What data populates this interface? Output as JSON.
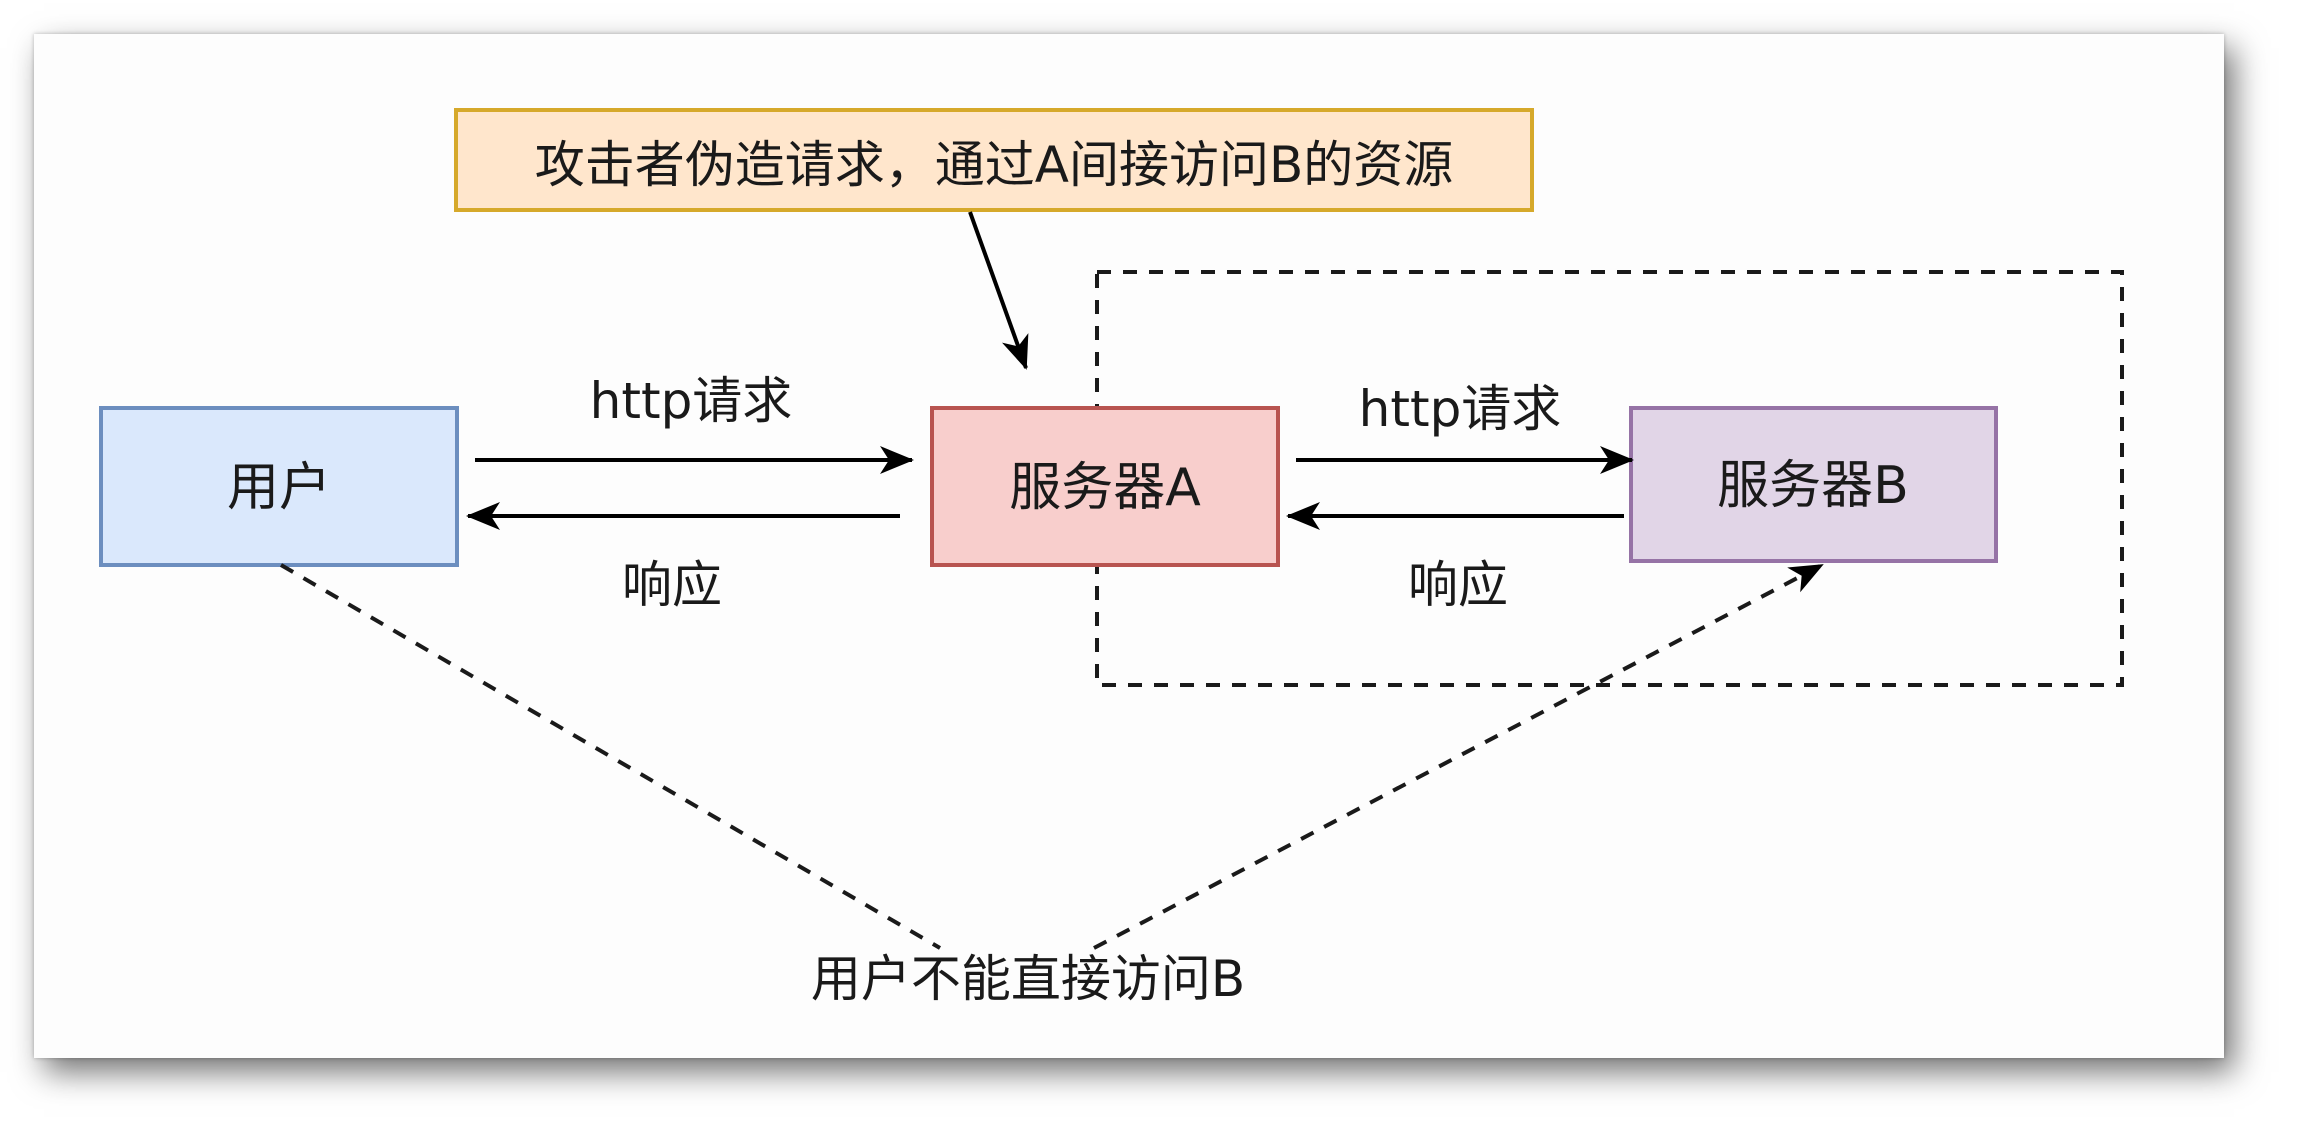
{
  "diagram": {
    "callout": "攻击者伪造请求，通过A间接访问B的资源",
    "nodes": {
      "user": "用户",
      "server_a": "服务器A",
      "server_b": "服务器B"
    },
    "edges": {
      "user_to_a_label": "http请求",
      "a_to_user_label": "响应",
      "a_to_b_label": "http请求",
      "b_to_a_label": "响应",
      "user_to_b_label": "用户不能直接访问B"
    },
    "colors": {
      "callout_fill": "#ffe6cc",
      "callout_stroke": "#d6a92b",
      "user_fill": "#dae8fc",
      "user_stroke": "#6c8ebf",
      "server_a_fill": "#f8cecc",
      "server_a_stroke": "#b85450",
      "server_b_fill": "#e1d5e7",
      "server_b_stroke": "#9673a6"
    }
  }
}
